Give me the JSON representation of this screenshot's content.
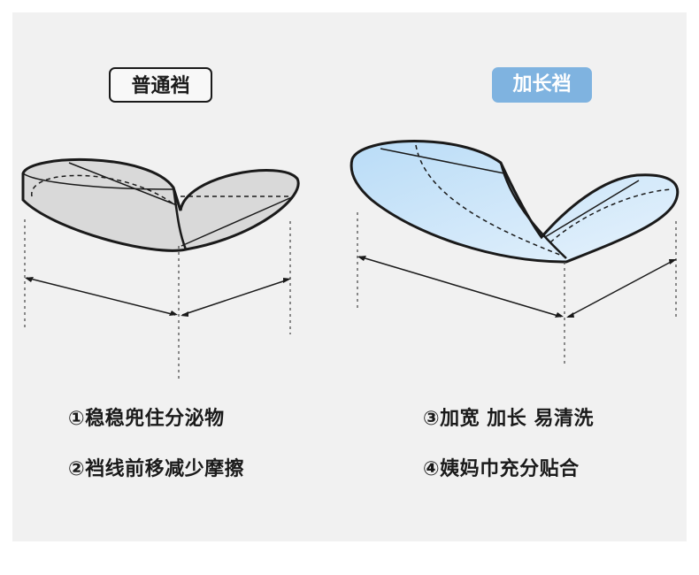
{
  "labels": {
    "normal_crotch": "普通裆",
    "long_crotch": "加长裆"
  },
  "features": {
    "normal": [
      "①稳稳兜住分泌物",
      "②裆线前移减少摩擦"
    ],
    "long": [
      "③加宽 加长 易清洗",
      "④姨妈巾充分贴合"
    ]
  },
  "colors": {
    "panel_bg": "#f1f1f1",
    "normal_fill": "#d9d9d9",
    "long_fill": "#a9d3f5",
    "badge_accent": "#7fb3e0",
    "outline": "#1a1a1a"
  }
}
